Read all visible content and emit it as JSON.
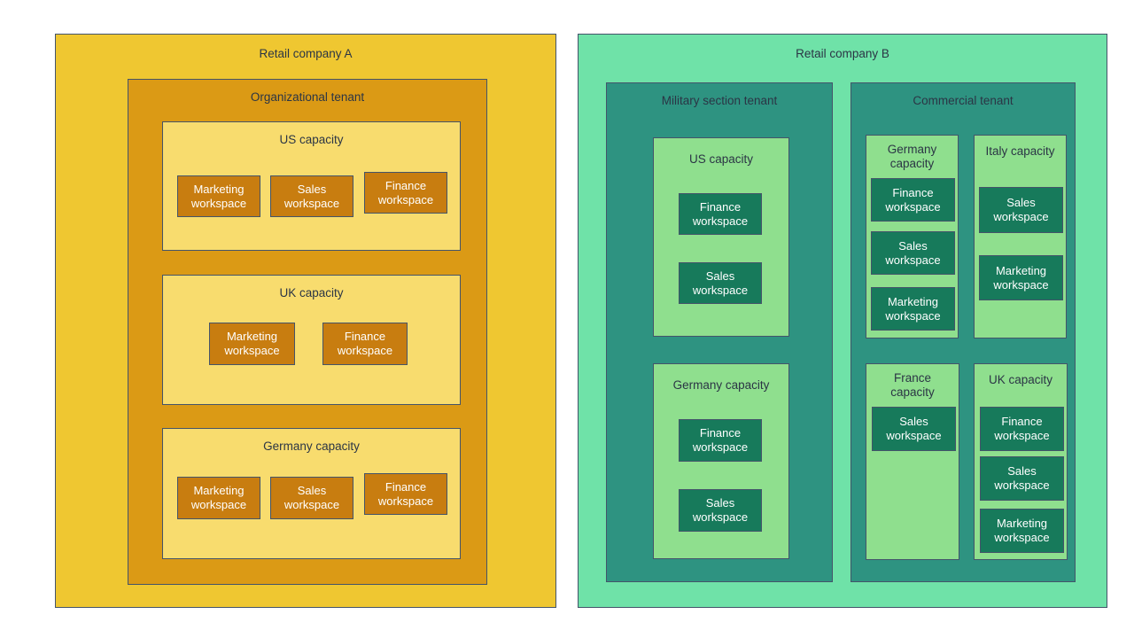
{
  "colors": {
    "border": "#44546a",
    "text_dark": "#2b3545",
    "text_light": "#ffffff",
    "company_a_bg": "#efc731",
    "tenant_a_bg": "#db9a15",
    "capacity_a_bg": "#f8dc6e",
    "workspace_a_bg": "#c87d10",
    "company_b_bg": "#6fe2a8",
    "tenant_b_bg": "#2e9381",
    "capacity_b_bg": "#8fdf8e",
    "workspace_b_bg": "#177a5b"
  },
  "companies": [
    {
      "title": "Retail company A",
      "tenants": [
        {
          "title": "Organizational tenant",
          "capacities": [
            {
              "title": "US capacity",
              "workspaces": [
                "Marketing workspace",
                "Sales workspace",
                "Finance workspace"
              ]
            },
            {
              "title": "UK capacity",
              "workspaces": [
                "Marketing workspace",
                "Finance workspace"
              ]
            },
            {
              "title": "Germany capacity",
              "workspaces": [
                "Marketing workspace",
                "Sales workspace",
                "Finance workspace"
              ]
            }
          ]
        }
      ]
    },
    {
      "title": "Retail company B",
      "tenants": [
        {
          "title": "Military section tenant",
          "capacities": [
            {
              "title": "US capacity",
              "workspaces": [
                "Finance workspace",
                "Sales workspace"
              ]
            },
            {
              "title": "Germany capacity",
              "workspaces": [
                "Finance workspace",
                "Sales workspace"
              ]
            }
          ]
        },
        {
          "title": "Commercial tenant",
          "capacities": [
            {
              "title": "Germany capacity",
              "workspaces": [
                "Finance workspace",
                "Sales workspace",
                "Marketing workspace"
              ]
            },
            {
              "title": "Italy capacity",
              "workspaces": [
                "Sales workspace",
                "Marketing workspace"
              ]
            },
            {
              "title": "France capacity",
              "workspaces": [
                "Sales workspace"
              ]
            },
            {
              "title": "UK capacity",
              "workspaces": [
                "Finance workspace",
                "Sales workspace",
                "Marketing workspace"
              ]
            }
          ]
        }
      ]
    }
  ]
}
